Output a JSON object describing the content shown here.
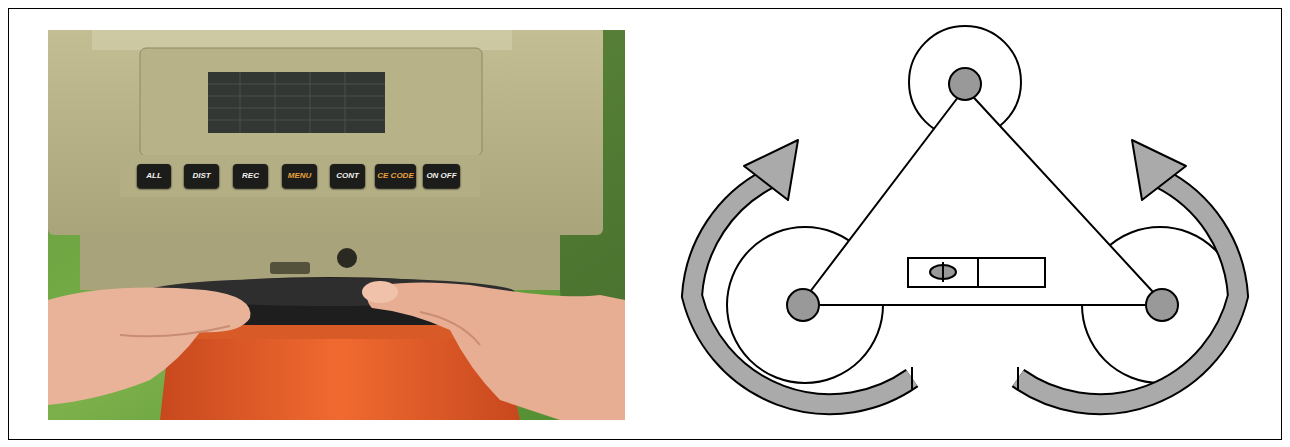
{
  "diagram": {
    "nodes": [
      {
        "text": [
          "ALL"
        ]
      },
      {
        "text": [
          "DIST"
        ]
      },
      {
        "text": [
          "REC"
        ]
      },
      {
        "text": [
          "MENU"
        ]
      },
      {
        "text": [
          "CONT"
        ]
      },
      {
        "text": [
          "CE CODE"
        ]
      },
      {
        "text": [
          "ON OFF"
        ]
      }
    ]
  }
}
